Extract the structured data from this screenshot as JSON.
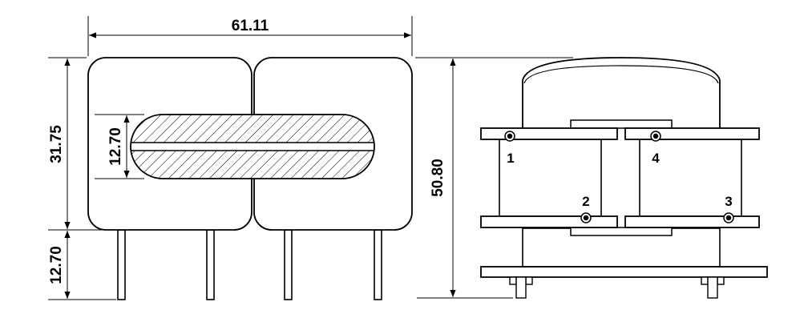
{
  "dimensions": {
    "overall_width": "61.11",
    "body_height": "31.75",
    "core_height": "12.70",
    "pin_length": "12.70",
    "overall_height": "50.80"
  },
  "pins": [
    {
      "label": "1"
    },
    {
      "label": "2"
    },
    {
      "label": "3"
    },
    {
      "label": "4"
    }
  ],
  "colors": {
    "line": "#000000",
    "background": "#ffffff"
  }
}
